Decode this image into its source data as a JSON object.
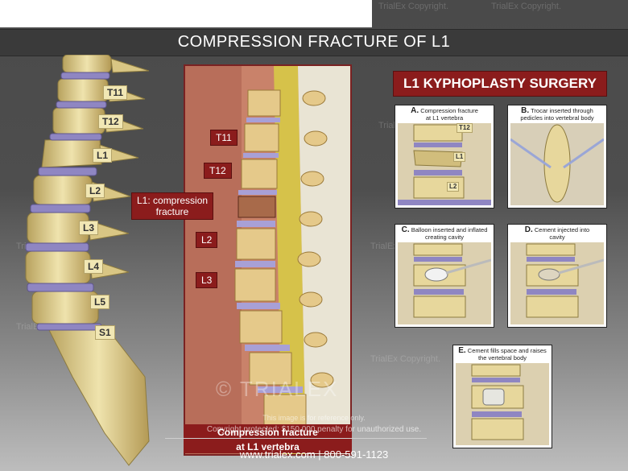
{
  "title": "COMPRESSION FRACTURE OF L1",
  "watermark_text": "TrialEx Copyright.",
  "spine_labels": [
    "T11",
    "T12",
    "L1",
    "L2",
    "L3",
    "L4",
    "L5",
    "S1"
  ],
  "center": {
    "labels": [
      "T11",
      "T12",
      "L2",
      "L3"
    ],
    "fracture_label_line1": "L1: compression",
    "fracture_label_line2": "fracture",
    "caption_line1": "Compression fracture",
    "caption_line2": "at L1 vertebra"
  },
  "kyphoplasty": {
    "title": "L1 KYPHOPLASTY SURGERY",
    "steps": [
      {
        "letter": "A.",
        "line1": "Compression fracture",
        "line2": "at L1 vertebra",
        "tags": [
          "T12",
          "L1",
          "L2"
        ]
      },
      {
        "letter": "B.",
        "line1": "Trocar inserted through",
        "line2": "pedicles into vertebral body"
      },
      {
        "letter": "C.",
        "line1": "Balloon inserted and inflated",
        "line2": "creating cavity"
      },
      {
        "letter": "D.",
        "line1": "Cement injected into",
        "line2": "cavity"
      },
      {
        "letter": "E.",
        "line1": "Cement fills space and raises",
        "line2": "the vertebral body"
      }
    ]
  },
  "footer": {
    "brand": "TRIALEX",
    "notice_line1": "This image is for reference only.",
    "notice_line2": "Copyright protected; $150,000 penalty for unauthorized use.",
    "contact": "www.trialex.com  |  800-591-1123"
  },
  "colors": {
    "accent_red": "#8b1c1c",
    "bone": "#e3d49a",
    "disc": "#8f86c2"
  }
}
